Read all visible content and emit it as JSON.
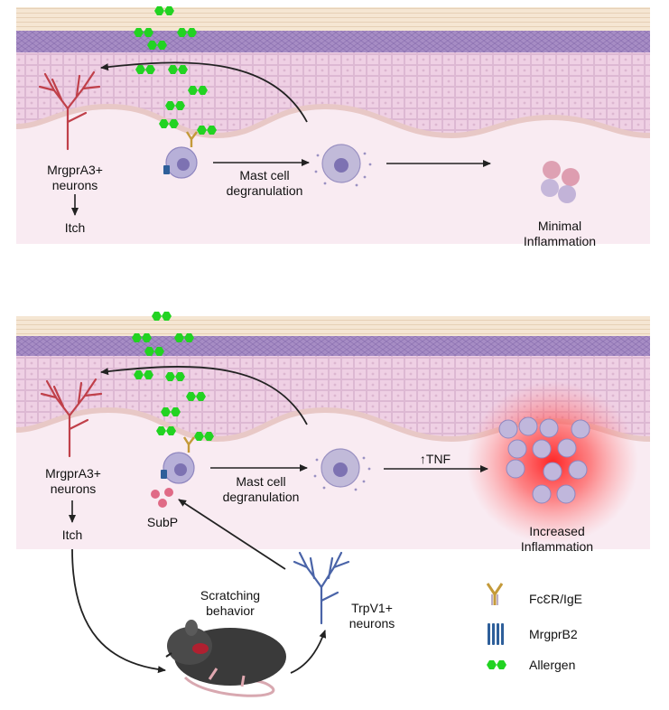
{
  "panel_top": {
    "neuron_label_line1": "MrgprA3+",
    "neuron_label_line2": "neurons",
    "itch_label": "Itch",
    "mast_label_line1": "Mast cell",
    "mast_label_line2": "degranulation",
    "outcome_line1": "Minimal",
    "outcome_line2": "Inflammation"
  },
  "panel_bottom": {
    "neuron_label_line1": "MrgprA3+",
    "neuron_label_line2": "neurons",
    "itch_label": "Itch",
    "mast_label_line1": "Mast cell",
    "mast_label_line2": "degranulation",
    "tnf_label": "↑TNF",
    "subp_label": "SubP",
    "outcome_line1": "Increased",
    "outcome_line2": "Inflammation"
  },
  "scratch": {
    "label_line1": "Scratching",
    "label_line2": "behavior",
    "trpv1_line1": "TrpV1+",
    "trpv1_line2": "neurons"
  },
  "legend": [
    {
      "icon": "fce-receptor-ige-icon",
      "label": "FcƐR/IgE"
    },
    {
      "icon": "mrgprb2-receptor-icon",
      "label": "MrgprB2"
    },
    {
      "icon": "allergen-icon",
      "label": "Allergen"
    }
  ],
  "colors": {
    "skin_bg": "#f9eaf1",
    "epidermis": "#f0d2e6",
    "stratum_corneum": "#f6ead8",
    "basal_layer": "#9c82b8",
    "neuron_red": "#c0404a",
    "neuron_blue": "#4a64a8",
    "allergen_green": "#22d322",
    "inflammation_red": "#ff2a2a",
    "mast_cell": "#b3acd4"
  }
}
